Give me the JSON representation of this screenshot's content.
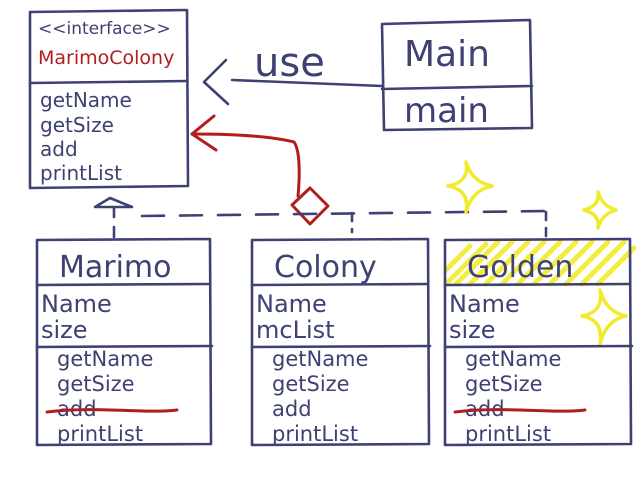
{
  "interface_box": {
    "stereotype": "<<interface>>",
    "name": "MarimoColony",
    "methods": [
      "getName",
      "getSize",
      "add",
      "printList"
    ]
  },
  "main_box": {
    "name": "Main",
    "methods": [
      "main"
    ]
  },
  "use_label": "use",
  "classes": [
    {
      "name": "Marimo",
      "fields": [
        "Name",
        "size"
      ],
      "methods": [
        "getName",
        "getSize",
        "add",
        "printList"
      ],
      "struck_method": "add",
      "highlighted": false
    },
    {
      "name": "Colony",
      "fields": [
        "Name",
        "mcList"
      ],
      "methods": [
        "getName",
        "getSize",
        "add",
        "printList"
      ],
      "struck_method": "",
      "highlighted": false
    },
    {
      "name": "Golden",
      "fields": [
        "Name",
        "size"
      ],
      "methods": [
        "getName",
        "getSize",
        "add",
        "printList"
      ],
      "struck_method": "add",
      "highlighted": true
    }
  ],
  "colors": {
    "ink": "#3d4273",
    "red": "#b01e1e",
    "highlight": "#f2ea2e"
  }
}
